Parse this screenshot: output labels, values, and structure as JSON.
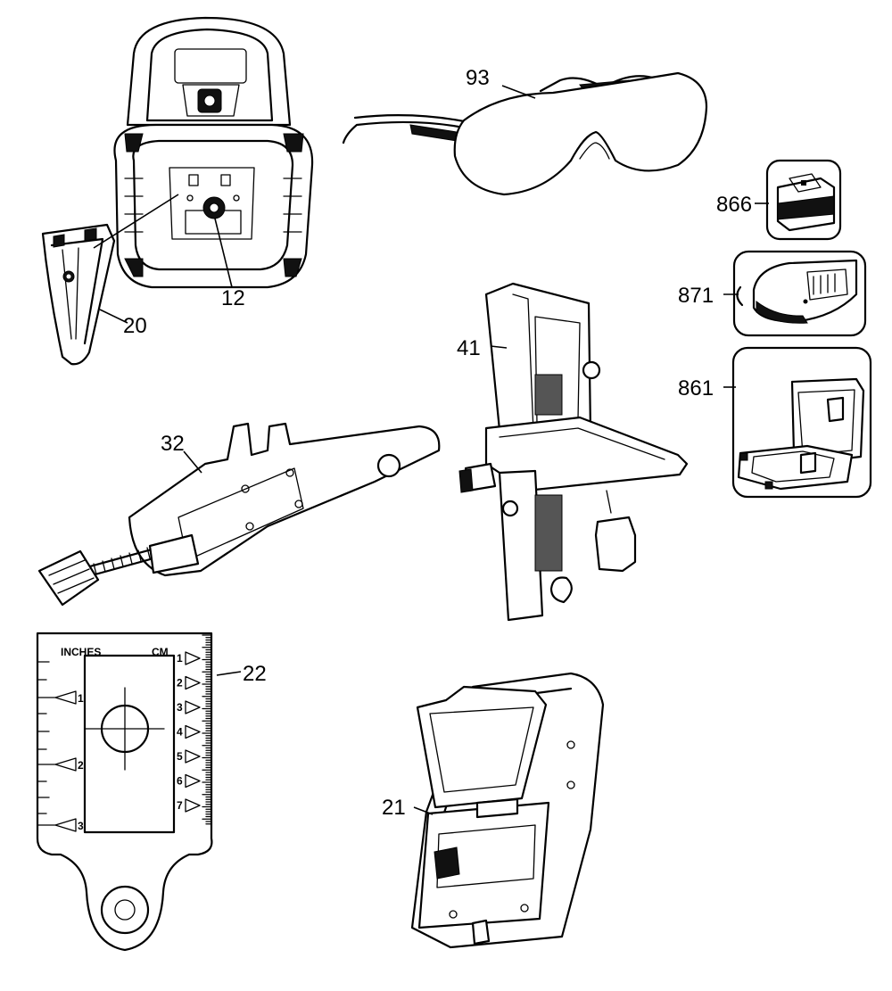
{
  "callouts": {
    "p93": "93",
    "p866": "866",
    "p871": "871",
    "p861": "861",
    "p12": "12",
    "p20": "20",
    "p41": "41",
    "p32": "32",
    "p22": "22",
    "p21": "21"
  },
  "target_card": {
    "inches_label": "INCHES",
    "cm_label": "CM",
    "inch_marks": [
      "1",
      "2",
      "3"
    ],
    "cm_marks": [
      "1",
      "2",
      "3",
      "4",
      "5",
      "6",
      "7"
    ]
  },
  "parts": [
    {
      "number": "12",
      "icon": "laser-level-icon"
    },
    {
      "number": "20",
      "icon": "mounting-clip-icon"
    },
    {
      "number": "93",
      "icon": "safety-glasses-icon"
    },
    {
      "number": "866",
      "icon": "battery-pack-icon"
    },
    {
      "number": "871",
      "icon": "charger-icon"
    },
    {
      "number": "861",
      "icon": "carrying-case-icon"
    },
    {
      "number": "41",
      "icon": "wall-mount-bracket-icon"
    },
    {
      "number": "32",
      "icon": "ceiling-clamp-icon"
    },
    {
      "number": "22",
      "icon": "target-card-icon"
    },
    {
      "number": "21",
      "icon": "detector-case-icon"
    }
  ]
}
